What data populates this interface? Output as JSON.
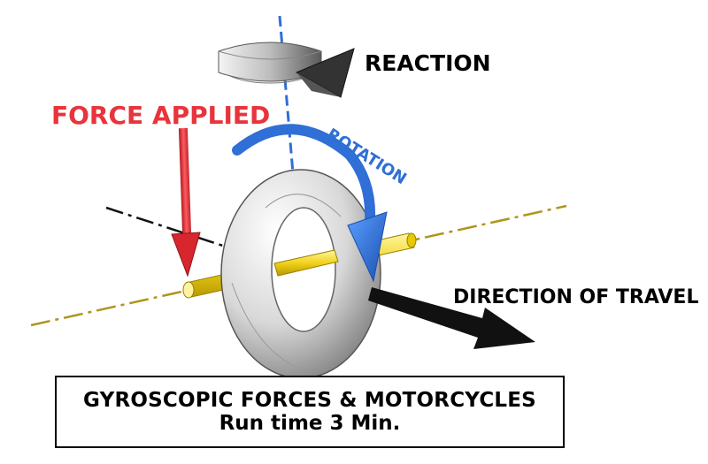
{
  "labels": {
    "reaction": "REACTION",
    "force_applied": "FORCE APPLIED",
    "rotation": "ROTATION",
    "direction_of_travel": "DIRECTION OF TRAVEL"
  },
  "caption": {
    "title": "GYROSCOPIC FORCES & MOTORCYCLES",
    "subtitle": "Run time 3 Min."
  },
  "colors": {
    "force": "#e8343c",
    "rotation": "#2f6fd6",
    "axle": "#f2d21a",
    "axis_line": "#b0941c",
    "vertical_axis": "#2f6fd6",
    "text": "#000000"
  }
}
